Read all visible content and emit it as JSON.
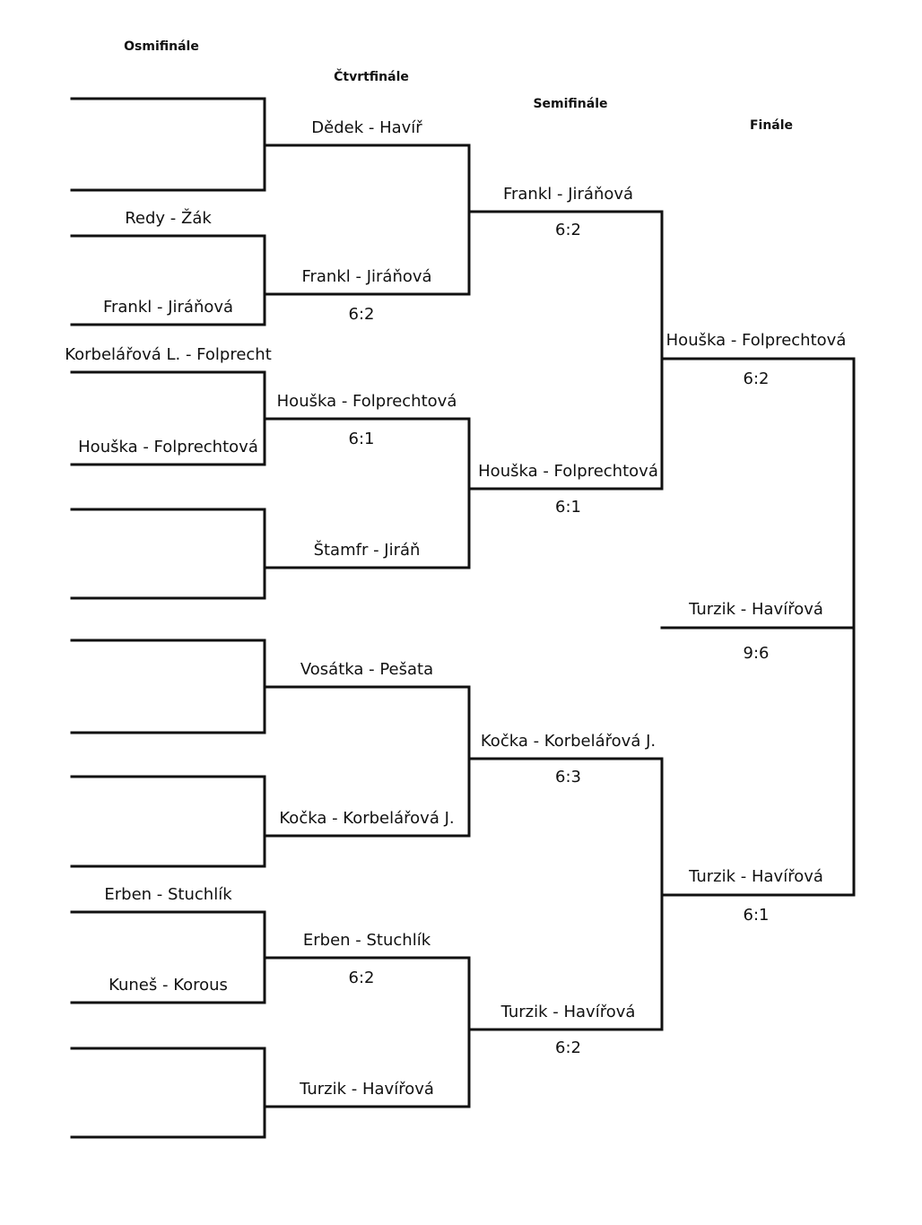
{
  "rounds": {
    "r16": "Osmifinále",
    "qf": "Čtvrtfinále",
    "sf": "Semifinále",
    "f": "Finále"
  },
  "r16_lines": [
    {
      "team": ""
    },
    {
      "team": ""
    },
    {
      "team": "Redy - Žák"
    },
    {
      "team": "Frankl - Jiráňová"
    },
    {
      "team": "Korbelářová L. - Folprecht"
    },
    {
      "team": "Houška - Folprechtová"
    },
    {
      "team": ""
    },
    {
      "team": ""
    },
    {
      "team": ""
    },
    {
      "team": ""
    },
    {
      "team": ""
    },
    {
      "team": ""
    },
    {
      "team": "Erben - Stuchlík"
    },
    {
      "team": "Kuneš - Korous"
    },
    {
      "team": ""
    },
    {
      "team": ""
    }
  ],
  "qf_lines": [
    {
      "team": "Dědek - Havíř",
      "score": ""
    },
    {
      "team": "Frankl - Jiráňová",
      "score": "6:2"
    },
    {
      "team": "Houška - Folprechtová",
      "score": "6:1"
    },
    {
      "team": "Štamfr - Jiráň",
      "score": ""
    },
    {
      "team": "Vosátka - Pešata",
      "score": ""
    },
    {
      "team": "Kočka - Korbelářová J.",
      "score": ""
    },
    {
      "team": "Erben - Stuchlík",
      "score": "6:2"
    },
    {
      "team": "Turzik - Havířová",
      "score": ""
    }
  ],
  "sf_lines": [
    {
      "team": "Frankl - Jiráňová",
      "score": "6:2"
    },
    {
      "team": "Houška - Folprechtová",
      "score": "6:1"
    },
    {
      "team": "Kočka - Korbelářová J.",
      "score": "6:3"
    },
    {
      "team": "Turzik - Havířová",
      "score": "6:2"
    }
  ],
  "final_lines": [
    {
      "team": "Houška - Folprechtová",
      "score": "6:2"
    },
    {
      "team": "Turzik - Havířová",
      "score": "6:1"
    }
  ],
  "champion": {
    "team": "Turzik - Havířová",
    "score": "9:6"
  }
}
